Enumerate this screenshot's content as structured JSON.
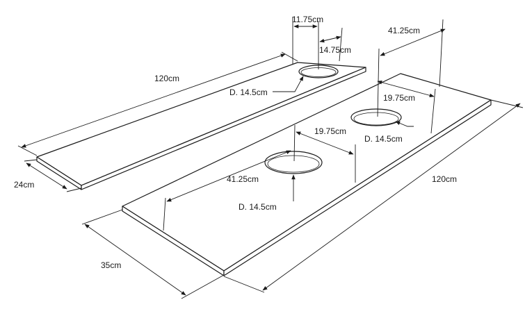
{
  "small_board": {
    "length": "120cm",
    "width": "24cm",
    "hole_offset_a": "11.75cm",
    "hole_offset_b": "14.75cm",
    "hole_diameter": "D. 14.5cm"
  },
  "large_board": {
    "length": "120cm",
    "width": "35cm",
    "top_hole_edge_offset": "41.25cm",
    "top_hole_side_offset": "19.75cm",
    "top_hole_diameter": "D. 14.5cm",
    "bottom_hole_side_offset": "19.75cm",
    "bottom_hole_edge_offset": "41.25cm",
    "bottom_hole_diameter": "D. 14.5cm"
  },
  "colors": {
    "line": "#1a1a1a",
    "background": "#ffffff"
  }
}
